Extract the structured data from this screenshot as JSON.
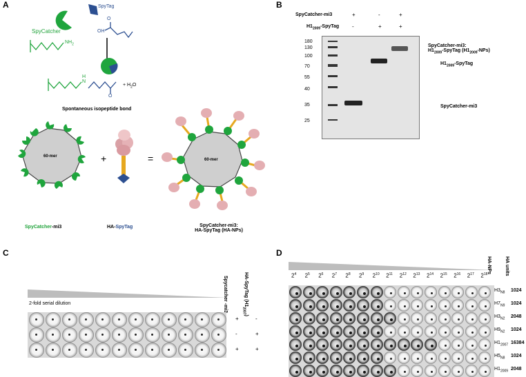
{
  "panels": {
    "a": "A",
    "b": "B",
    "c": "C",
    "d": "D"
  },
  "panel_a": {
    "spycatcher": "SpyCatcher",
    "spytag": "SpyTag",
    "nh2": "NH",
    "nh2_sub": "2",
    "carbonyl_o": "O",
    "carbonyl_oh": "OH",
    "amide_h": "H",
    "amide_n": "N",
    "amide_o": "O",
    "plus_water": "+ H",
    "water_sub": "2",
    "water_o": "O",
    "bond_caption": "Spontaneous isopeptide bond",
    "np_label": "60-mer",
    "plus": "+",
    "equals": "=",
    "cap_green": "SpyCatcher",
    "cap_rest": "-mi3",
    "ha_prefix": "HA-",
    "ha_tag": "SpyTag",
    "result_line1": "SpyCatcher-mi3:",
    "result_line2": "HA-SpyTag (HA-NPs)"
  },
  "panel_b": {
    "row1_label": "SpyCatcher-mi3",
    "row2_label": "H1",
    "row2_sub": "2009",
    "row2_rest": "-SpyTag",
    "row1_signs": [
      "+",
      "-",
      "+"
    ],
    "row2_signs": [
      "-",
      "+",
      "+"
    ],
    "ladder": [
      "180",
      "130",
      "100",
      "70",
      "55",
      "40",
      "35",
      "25"
    ],
    "band_labels": {
      "np_line1": "SpyCatcher-mi3:",
      "np_line2a": "H1",
      "np_line2sub": "2009",
      "np_line2b": "-SpyTag (H1",
      "np_line2sub2": "2009",
      "np_line2c": "-NPs)",
      "h1a": "H1",
      "h1sub": "2009",
      "h1b": "-SpyTag",
      "spyc": "SpyCatcher-mi3"
    }
  },
  "panel_c": {
    "dilution_label": "2-fold serial dilution",
    "col1": "Spycatcher -mi3",
    "col2a": "HA-SpyTag",
    "col2b": "(H1",
    "col2sub": "2007",
    "col2c": ")",
    "signs": [
      [
        "+",
        "-"
      ],
      [
        "-",
        "+"
      ],
      [
        "+",
        "+"
      ]
    ]
  },
  "panel_d": {
    "exponents": [
      "4",
      "5",
      "6",
      "7",
      "8",
      "9",
      "10",
      "11",
      "12",
      "13",
      "14",
      "15",
      "16",
      "17",
      "18"
    ],
    "base": "2",
    "header_nps": "HA-NPs",
    "header_units": "HA units",
    "rows": [
      {
        "a": "H3",
        "s": "N8",
        "units": "1024"
      },
      {
        "a": "H7",
        "s": "N9",
        "units": "1024"
      },
      {
        "a": "H3",
        "s": "N2",
        "units": "2048"
      },
      {
        "a": "H9",
        "s": "N2",
        "units": "1024"
      },
      {
        "a": "H1",
        "s": "2007",
        "units": "16384"
      },
      {
        "a": "H5",
        "s": "N8",
        "units": "1024"
      },
      {
        "a": "H1",
        "s": "2009",
        "units": "2048"
      }
    ]
  }
}
